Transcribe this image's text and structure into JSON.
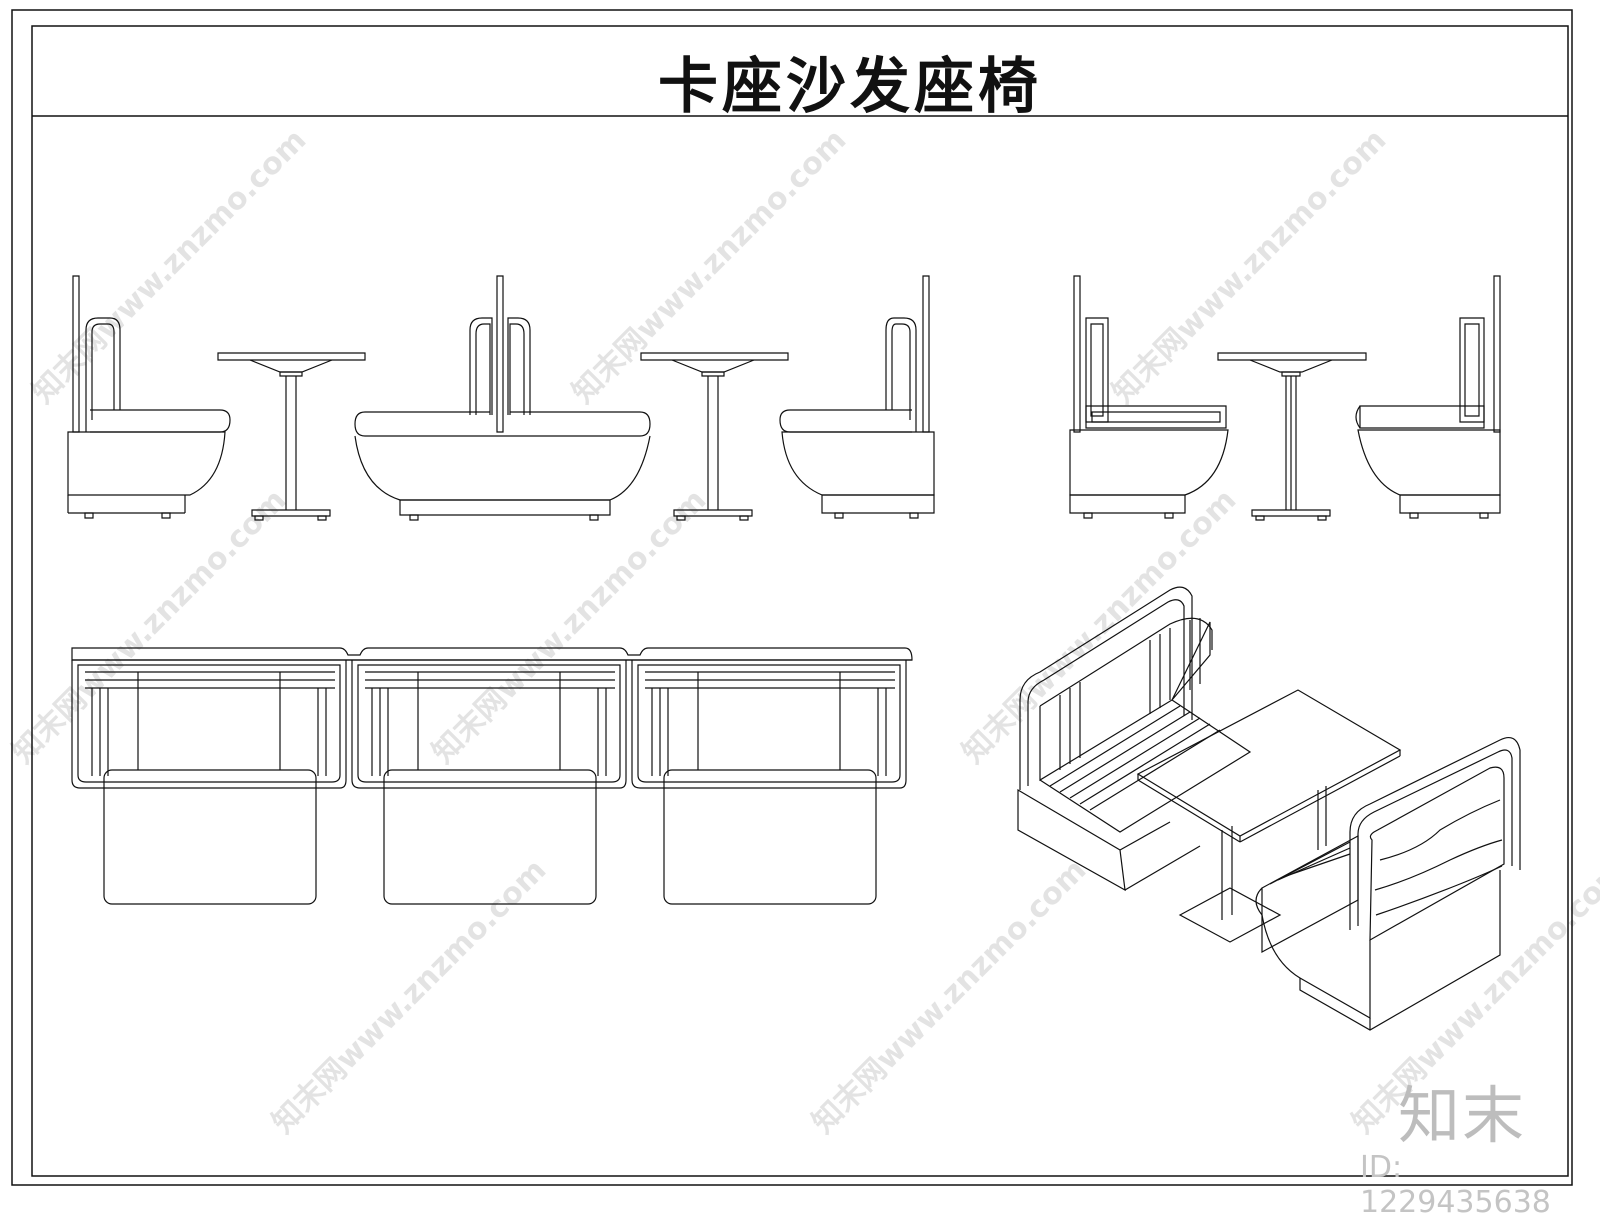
{
  "drawing": {
    "title": "卡座沙发座椅"
  },
  "watermark": {
    "brand": "知末",
    "id_label": "ID: 1229435638",
    "tile_text": "知末网www.znzmo.com"
  },
  "colors": {
    "line": "#111111",
    "watermark": "#d8d8d8"
  }
}
